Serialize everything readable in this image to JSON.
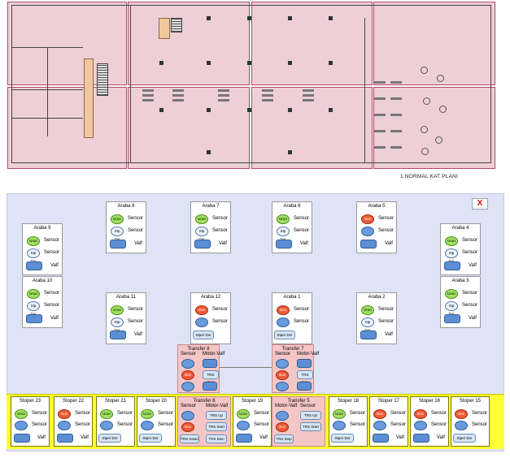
{
  "plan": {
    "label": "1.NORMAL KAT PLANI"
  },
  "panel": {
    "close_label": "X"
  },
  "cars": [
    {
      "title": "Araba 8",
      "p1": "Urun",
      "p1_color": "green",
      "p2": "Stp Dvr",
      "valf": "Valf",
      "sensor": "Sensor"
    },
    {
      "title": "Araba 7",
      "p1": "Urun",
      "p1_color": "green",
      "p2": "Stp Dvr",
      "valf": "Valf",
      "sensor": "Sensor"
    },
    {
      "title": "Araba 6",
      "p1": "Urun",
      "p1_color": "green",
      "p2": "Stp Dvr",
      "valf": "Valf",
      "sensor": "Sensor"
    },
    {
      "title": "Araba 5",
      "p1": "Bos",
      "p1_color": "red",
      "p2": "",
      "valf": "Valf",
      "sensor": "Sensor"
    },
    {
      "title": "Araba 9",
      "p1": "Urun",
      "p1_color": "green",
      "p2": "Stp Dvr",
      "valf": "Valf",
      "sensor": "Sensor"
    },
    {
      "title": "Araba 4",
      "p1": "Urun",
      "p1_color": "green",
      "p2": "Stp Dvr",
      "valf": "Valf",
      "sensor": "Sensor"
    },
    {
      "title": "Araba 10",
      "p1": "Urun",
      "p1_color": "green",
      "p2": "Stp Dvr",
      "valf": "Valf",
      "sensor": "Sensor"
    },
    {
      "title": "Araba 3",
      "p1": "Urun",
      "p1_color": "green",
      "p2": "Stp Dvr",
      "valf": "Valf",
      "sensor": "Sensor"
    },
    {
      "title": "Araba 11",
      "p1": "Urun",
      "p1_color": "green",
      "p2": "Stp Dvr",
      "valf": "Valf",
      "sensor": "Sensor"
    },
    {
      "title": "Araba 12",
      "p1": "Bos",
      "p1_color": "red",
      "p2": "",
      "valf": "Stper Dvr",
      "sensor": "Sensor"
    },
    {
      "title": "Araba 1",
      "p1": "Bos",
      "p1_color": "red",
      "p2": "",
      "valf": "Stper Dvr",
      "sensor": "Sensor"
    },
    {
      "title": "Araba 2",
      "p1": "Urun",
      "p1_color": "green",
      "p2": "Stp Dvr",
      "valf": "Valf",
      "sensor": "Sensor"
    }
  ],
  "transfers": [
    {
      "title": "Transfer 8",
      "h1": "Sensor",
      "h2": "Motor-Valf",
      "b1": "Bos",
      "r1": "TRS Stop"
    },
    {
      "title": "Transfer 7",
      "h1": "Sensor",
      "h2": "Motor-Valf",
      "b1": "Bos",
      "r1": "TRS Stop"
    }
  ],
  "stopers": [
    {
      "title": "Stoper 23",
      "p1": "Urun",
      "p1_color": "green",
      "valf": "Valf",
      "sensor": "Sensor"
    },
    {
      "title": "Stoper 22",
      "p1": "Bos",
      "p1_color": "red",
      "valf": "Valf",
      "sensor": "Sensor"
    },
    {
      "title": "Stoper 21",
      "p1": "Urun",
      "p1_color": "green",
      "valf": "Stper Dvr",
      "sensor": "Sensor"
    },
    {
      "title": "Stoper 20",
      "p1": "Urun",
      "p1_color": "green",
      "valf": "Stper Dvr",
      "sensor": "Sensor"
    },
    {
      "title": "Stoper 19",
      "p1": "Urun",
      "p1_color": "green",
      "valf": "Valf",
      "sensor": "Sensor"
    },
    {
      "title": "Stoper 18",
      "p1": "Urun",
      "p1_color": "green",
      "valf": "Stper Dvr",
      "sensor": "Sensor"
    },
    {
      "title": "Stoper 17",
      "p1": "Bos",
      "p1_color": "red",
      "valf": "Valf",
      "sensor": "Sensor"
    },
    {
      "title": "Stoper 16",
      "p1": "Bos",
      "p1_color": "red",
      "valf": "Valf",
      "sensor": "Sensor"
    },
    {
      "title": "Stoper 15",
      "p1": "Bos",
      "p1_color": "red",
      "valf": "Stper Dvr",
      "sensor": "Sensor"
    }
  ],
  "bottom_transfers": [
    {
      "title": "Transfer 6",
      "h1": "Sensor",
      "h2": "Motor-Valf",
      "b1": "Bos",
      "r1": "TRS Up",
      "r2": "TRS Start",
      "r3": "TRS Down",
      "r4": "TRS Dwn"
    },
    {
      "title": "Transfer 5",
      "h1": "Motor-Valf",
      "h2": "Sensor",
      "b1": "Bos",
      "r1": "TRS Up",
      "r2": "TRS Start",
      "r3": "TRS Stop",
      "r4": ""
    }
  ]
}
